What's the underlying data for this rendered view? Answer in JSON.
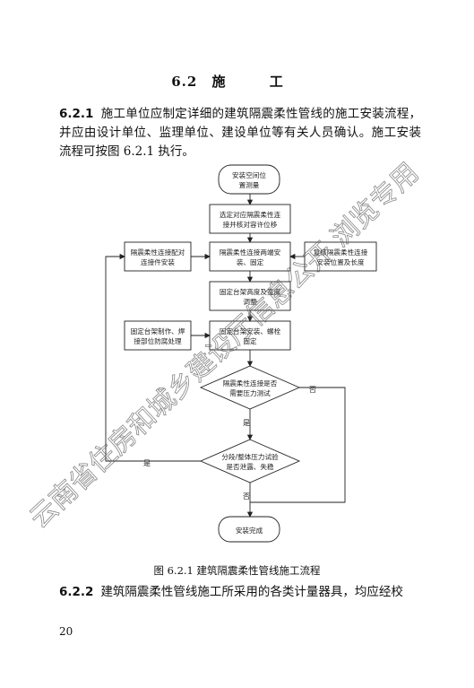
{
  "section": {
    "number": "6.2",
    "title": "施 工"
  },
  "para1": {
    "clause": "6.2.1",
    "text": "施工单位应制定详细的建筑隔震柔性管线的施工安装流程，并应由设计单位、监理单位、建设单位等有关人员确认。施工安装流程可按图 6.2.1 执行。"
  },
  "flowchart": {
    "start": [
      "安装空间位",
      "置测量"
    ],
    "step_select": [
      "选定对应隔震柔性连",
      "接并核对容许位移"
    ],
    "step_connect": [
      "隔震柔性连接两端安",
      "装、固定"
    ],
    "side_left_connect": [
      "隔震柔性连接配对",
      "连接件安装"
    ],
    "side_right_connect": [
      "复核隔震柔性连接",
      "安装位置及长度"
    ],
    "step_fix_support": [
      "固定台架高度及宽度",
      "调整"
    ],
    "step_install_support": [
      "固定台架安装、螺栓",
      "固定"
    ],
    "side_left_support": [
      "固定台架制作、焊",
      "接部位防腐处理"
    ],
    "decision_test": [
      "隔震柔性连接是否",
      "需要压力测试"
    ],
    "decision_pressure": [
      "分段/整体压力试验",
      "是否泄露、失稳"
    ],
    "end": [
      "安装完成"
    ],
    "label_no_1": "否",
    "label_yes_1": "是",
    "label_yes_2": "是",
    "label_no_2": "否"
  },
  "caption": "图 6.2.1  建筑隔震柔性管线施工流程",
  "para2": {
    "clause": "6.2.2",
    "text": "建筑隔震柔性管线施工所采用的各类计量器具，均应经校"
  },
  "page_number": "20",
  "watermark": "云南省住房和城乡建设厅信息公开 浏览专用"
}
